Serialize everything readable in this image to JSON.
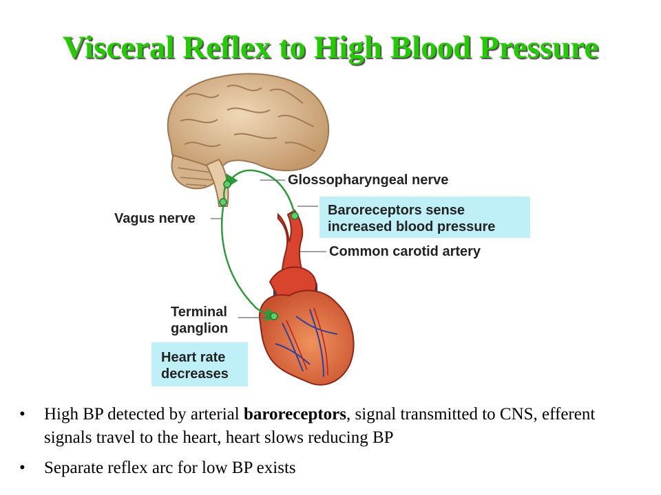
{
  "title": "Visceral Reflex to High Blood Pressure",
  "labels": {
    "glossopharyngeal": "Glossopharyngeal nerve",
    "baro_line1": "Baroreceptors sense",
    "baro_line2": "increased blood pressure",
    "vagus": "Vagus nerve",
    "carotid": "Common carotid artery",
    "terminal_line1": "Terminal",
    "terminal_line2": "ganglion",
    "heart_line1": "Heart rate",
    "heart_line2": "decreases"
  },
  "bullets": [
    {
      "before": "High BP detected by arterial ",
      "bold": "baroreceptors",
      "after": ", signal transmitted to CNS, efferent signals travel to the heart, heart slows reducing BP"
    },
    {
      "before": "Separate reflex arc for low BP exists",
      "bold": "",
      "after": ""
    }
  ],
  "colors": {
    "title": "#22cc00",
    "nerve": "#2e9a3a",
    "label_box": "#bff0f7",
    "artery": "#d8442e",
    "vein": "#3a56b8",
    "brain": "#d9b995"
  }
}
